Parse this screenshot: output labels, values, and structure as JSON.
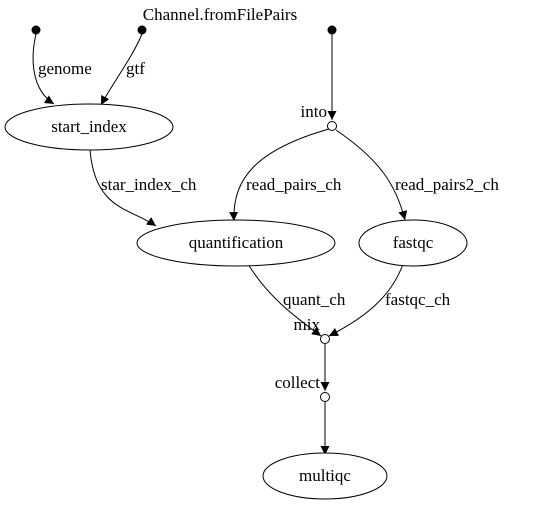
{
  "graph": {
    "title": "Channel.fromFilePairs",
    "processes": {
      "start_index": "start_index",
      "quantification": "quantification",
      "fastqc": "fastqc",
      "multiqc": "multiqc"
    },
    "operators": {
      "into": "into",
      "mix": "mix",
      "collect": "collect"
    },
    "channels": {
      "genome": "genome",
      "gtf": "gtf",
      "star_index_ch": "star_index_ch",
      "read_pairs_ch": "read_pairs_ch",
      "read_pairs2_ch": "read_pairs2_ch",
      "quant_ch": "quant_ch",
      "fastqc_ch": "fastqc_ch"
    }
  }
}
